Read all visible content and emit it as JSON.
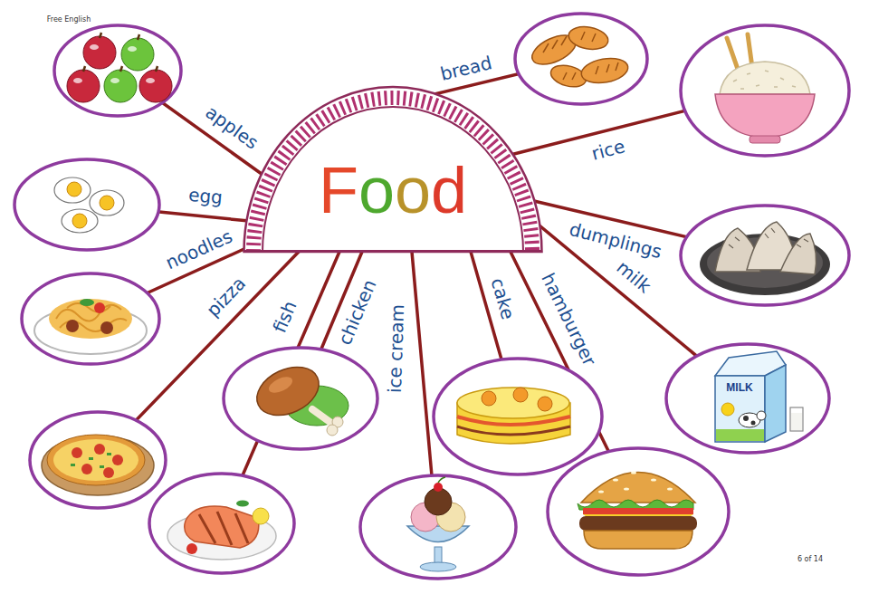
{
  "diagram": {
    "nodes": [
      {
        "text": [
          "Food"
        ]
      }
    ],
    "labels": [
      "Free English",
      "apples",
      "bread",
      "egg",
      "rice",
      "noodles",
      "dumplings",
      "pizza",
      "fish",
      "chicken",
      "ice cream",
      "cake",
      "hamburger",
      "milk",
      "MILK",
      "6 of 14"
    ]
  }
}
